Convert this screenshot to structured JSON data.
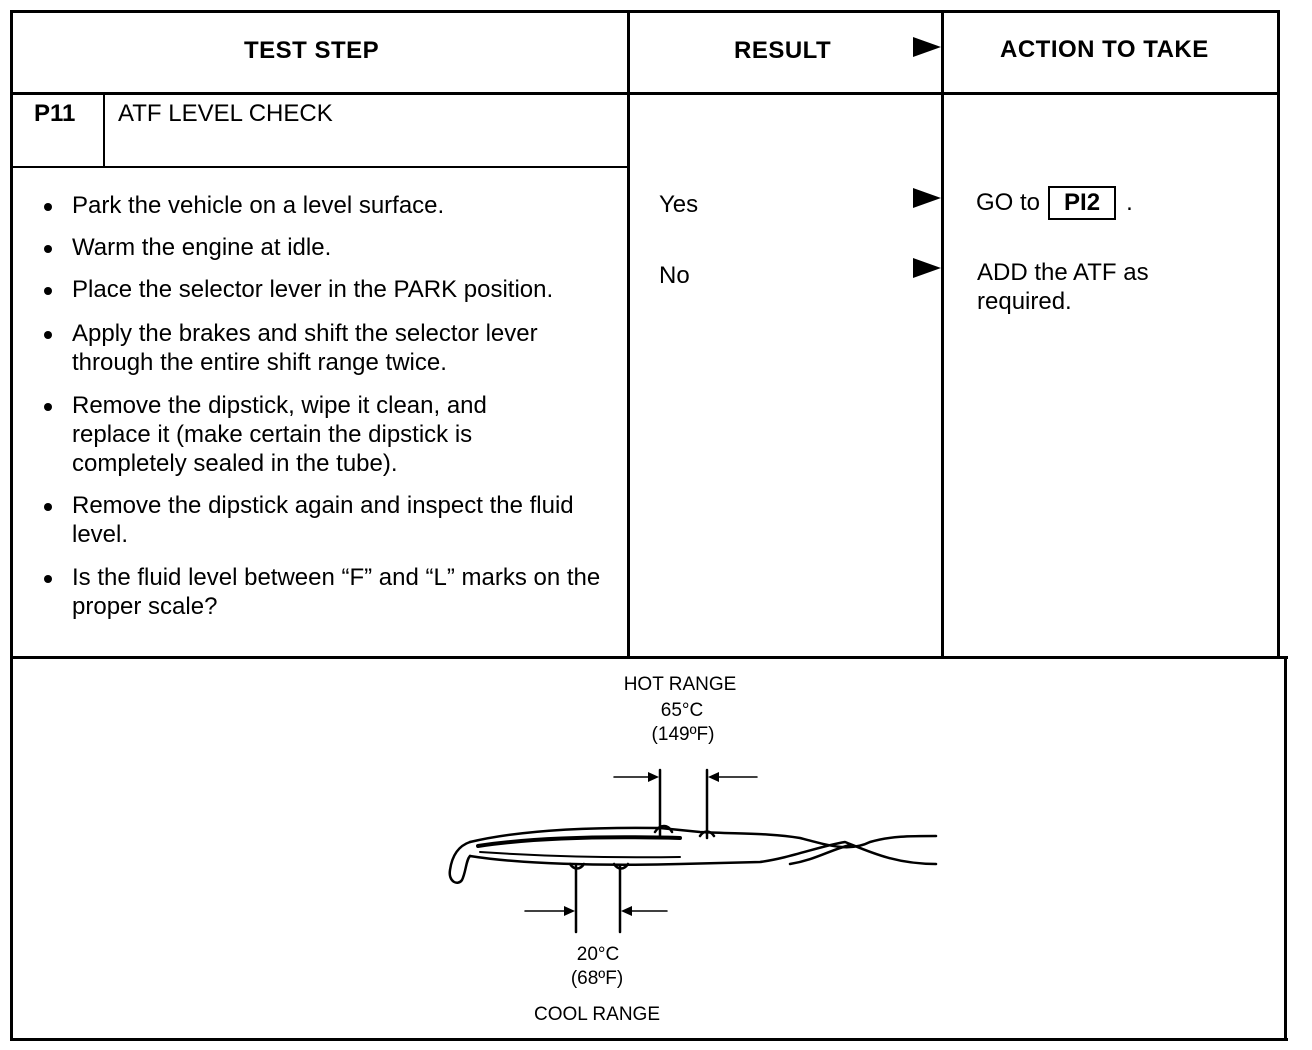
{
  "headers": {
    "test_step": "TEST STEP",
    "result": "RESULT",
    "action": "ACTION TO TAKE"
  },
  "step": {
    "id": "P11",
    "title": "ATF LEVEL CHECK"
  },
  "instructions": [
    "Park the vehicle on a level surface.",
    "Warm the engine at idle.",
    "Place the selector lever in the PARK position.",
    "Apply the brakes and shift the selector lever through the entire shift range twice.",
    "Remove the dipstick, wipe it clean, and replace it (make certain the dipstick is completely sealed in the tube).",
    "Remove the dipstick again and inspect the fluid level.",
    "Is the fluid level between “F” and “L” marks on the proper scale?"
  ],
  "results": [
    {
      "result": "Yes",
      "action_prefix": "GO to",
      "action_ref": "PI2",
      "action_suffix": "."
    },
    {
      "result": "No",
      "action_text": "ADD the ATF as required."
    }
  ],
  "diagram": {
    "hot_range_label": "HOT RANGE",
    "hot_celsius": "65°C",
    "hot_fahrenheit": "(149ºF)",
    "cool_celsius": "20°C",
    "cool_fahrenheit": "(68ºF)",
    "cool_range_label": "COOL RANGE"
  }
}
